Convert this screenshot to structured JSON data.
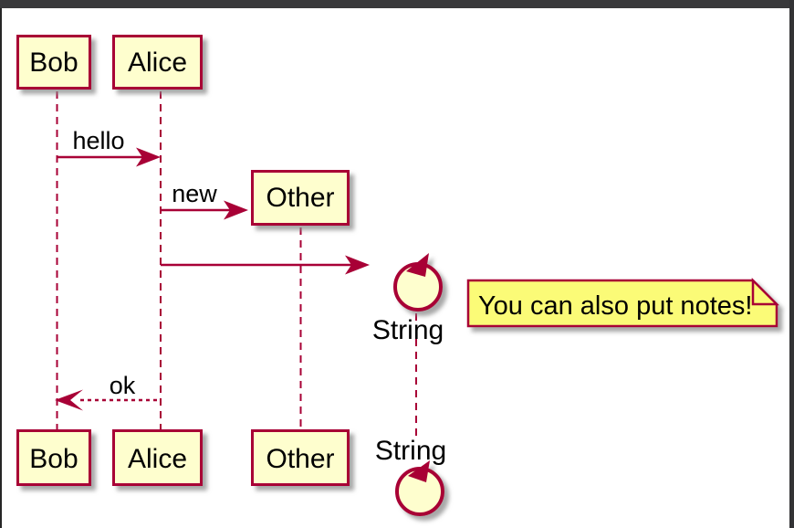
{
  "diagram_type": "plantuml-sequence",
  "colors": {
    "accent": "#A80036",
    "participant_fill": "#FEFECE",
    "note_fill": "#FBFB77",
    "text": "#000000",
    "titlebar": "#39393B"
  },
  "participants": [
    "Bob",
    "Alice",
    "Other",
    "String"
  ],
  "participant_kinds": [
    "box",
    "box",
    "box",
    "control"
  ],
  "messages": [
    {
      "label": "hello",
      "from": "Bob",
      "to": "Alice",
      "type": "solid-arrow"
    },
    {
      "label": "new",
      "from": "Alice",
      "to": "Other",
      "type": "create-arrow"
    },
    {
      "label": "",
      "from": "Alice",
      "to": "String",
      "type": "create-arrow"
    },
    {
      "label": "ok",
      "from": "Alice",
      "to": "Bob",
      "type": "dotted-reply-arrow"
    }
  ],
  "note": {
    "text": "You can also put notes!"
  }
}
